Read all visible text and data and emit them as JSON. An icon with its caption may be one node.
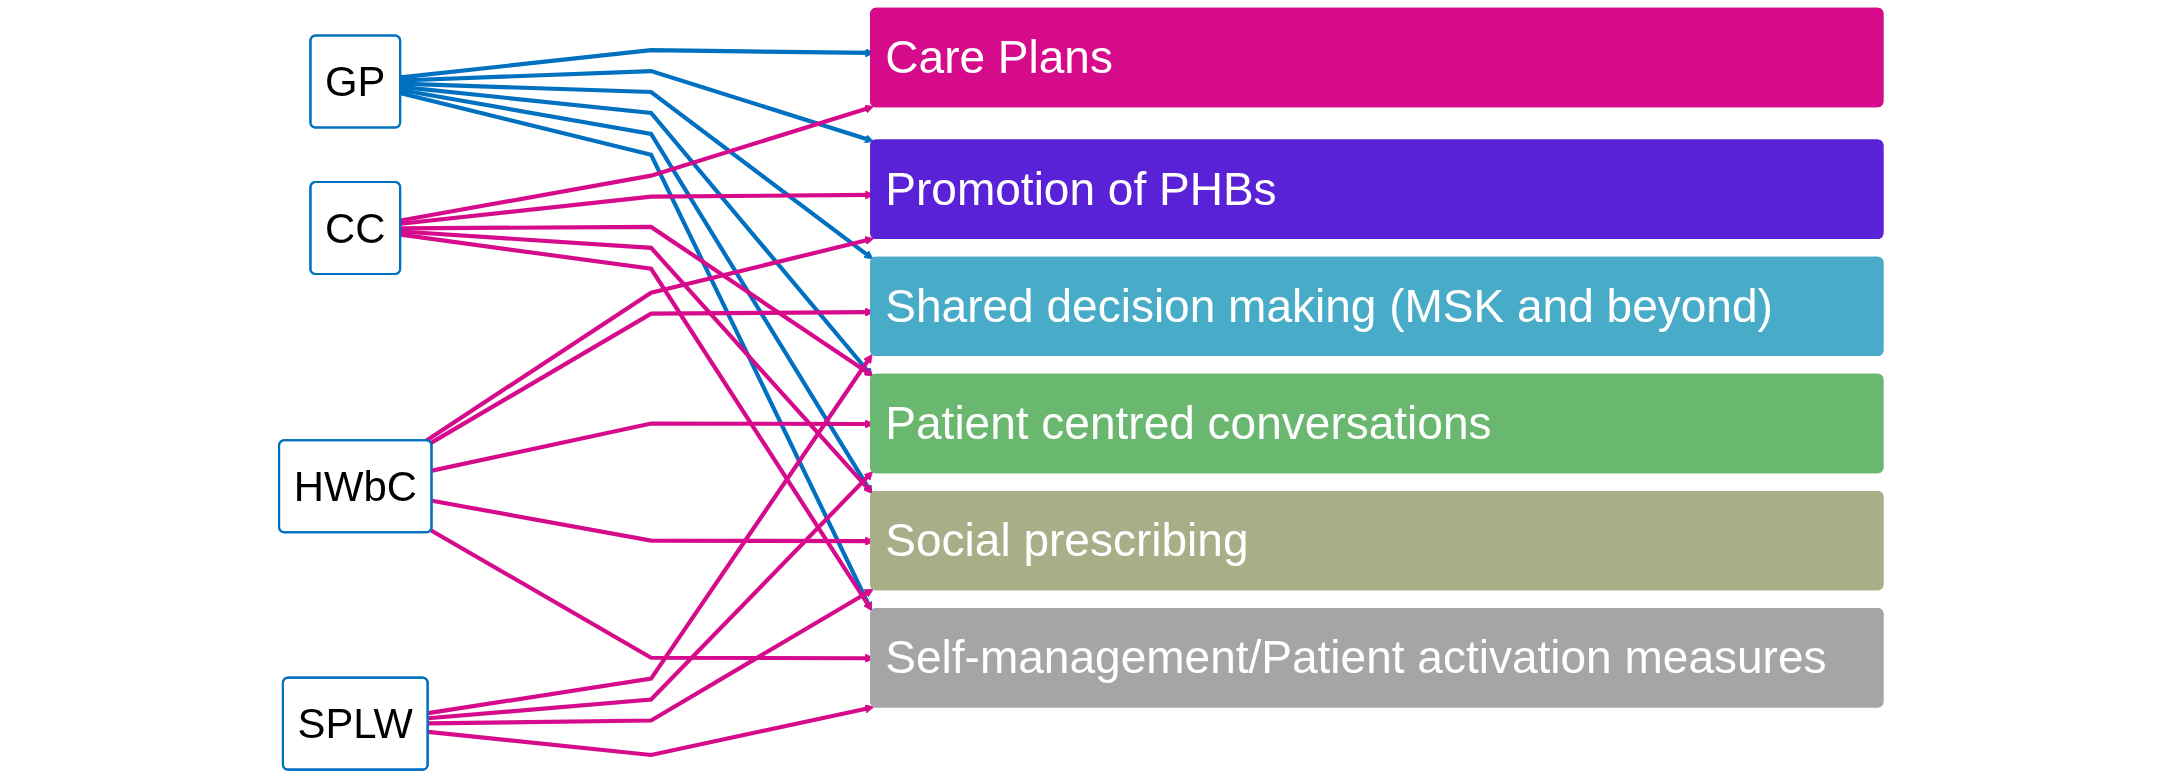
{
  "diagram": {
    "nodes": [
      {
        "text": [
          "GP"
        ]
      },
      {
        "text": [
          "HWbC"
        ]
      },
      {
        "text": [
          "CC"
        ]
      },
      {
        "text": [
          "SPLW"
        ]
      },
      {
        "text": [
          "Care Plans"
        ]
      },
      {
        "text": [
          "Promotion of PHBs"
        ]
      },
      {
        "text": [
          "Shared decision making (MSK and beyond)"
        ]
      },
      {
        "text": [
          "Patient centred conversations"
        ]
      },
      {
        "text": [
          "Social prescribing"
        ]
      },
      {
        "text": [
          "Self-management/Patient activation measures"
        ]
      }
    ],
    "edges": [
      {
        "from": 0,
        "to": 4,
        "arrow": "to",
        "color": "#0070c0"
      },
      {
        "from": 0,
        "to": 5,
        "arrow": "to",
        "color": "#0070c0"
      },
      {
        "from": 0,
        "to": 6,
        "arrow": "to",
        "color": "#0070c0"
      },
      {
        "from": 0,
        "to": 7,
        "arrow": "to",
        "color": "#0070c0"
      },
      {
        "from": 0,
        "to": 8,
        "arrow": "to",
        "color": "#0070c0"
      },
      {
        "from": 0,
        "to": 9,
        "arrow": "to",
        "color": "#0070c0"
      },
      {
        "from": 1,
        "to": 5,
        "arrow": "to"
      },
      {
        "from": 1,
        "to": 6,
        "arrow": "to"
      },
      {
        "from": 1,
        "to": 7,
        "arrow": "to"
      },
      {
        "from": 1,
        "to": 8,
        "arrow": "to"
      },
      {
        "from": 1,
        "to": 9,
        "arrow": "to"
      },
      {
        "from": 2,
        "to": 4,
        "arrow": "to"
      },
      {
        "from": 2,
        "to": 5,
        "arrow": "to"
      },
      {
        "from": 2,
        "to": 7,
        "arrow": "to"
      },
      {
        "from": 2,
        "to": 8,
        "arrow": "to"
      },
      {
        "from": 2,
        "to": 9,
        "arrow": "to"
      },
      {
        "from": 3,
        "to": 6,
        "arrow": "to"
      },
      {
        "from": 3,
        "to": 7,
        "arrow": "to"
      },
      {
        "from": 3,
        "to": 8,
        "arrow": "to"
      },
      {
        "from": 3,
        "to": 9,
        "arrow": "to"
      }
    ]
  }
}
